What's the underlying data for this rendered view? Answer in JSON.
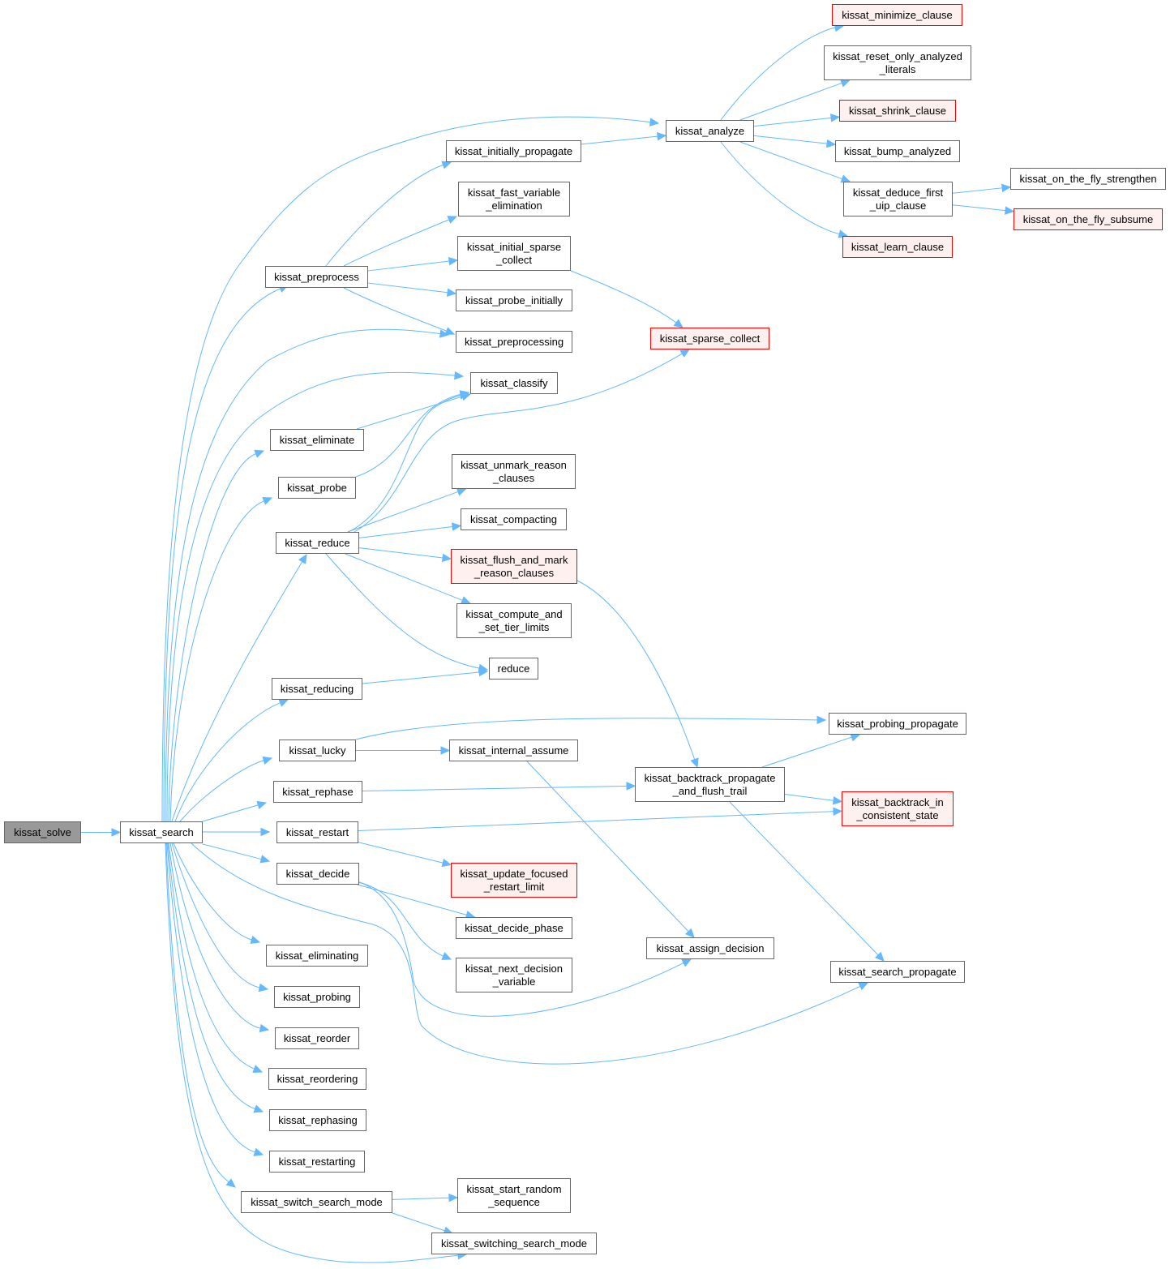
{
  "diagram": {
    "title": "kissat_solve call graph",
    "colors": {
      "edge": "#63b8ff",
      "node_border": "#666666",
      "root_fill": "#999999",
      "external_fill": "#fff0f0",
      "external_border": "#ff0000"
    },
    "nodes": [
      {
        "id": "solve",
        "label": "kissat_solve",
        "kind": "root"
      },
      {
        "id": "search",
        "label": "kissat_search",
        "kind": "normal"
      },
      {
        "id": "analyze",
        "label": "kissat_analyze",
        "kind": "normal"
      },
      {
        "id": "preprocess",
        "label": "kissat_preprocess",
        "kind": "normal"
      },
      {
        "id": "preprocessing",
        "label": "kissat_preprocessing",
        "kind": "normal"
      },
      {
        "id": "classify",
        "label": "kissat_classify",
        "kind": "normal"
      },
      {
        "id": "eliminate",
        "label": "kissat_eliminate",
        "kind": "normal"
      },
      {
        "id": "probe",
        "label": "kissat_probe",
        "kind": "normal"
      },
      {
        "id": "reduce_k",
        "label": "kissat_reduce",
        "kind": "normal"
      },
      {
        "id": "reducing",
        "label": "kissat_reducing",
        "kind": "normal"
      },
      {
        "id": "lucky",
        "label": "kissat_lucky",
        "kind": "normal"
      },
      {
        "id": "rephase",
        "label": "kissat_rephase",
        "kind": "normal"
      },
      {
        "id": "restart",
        "label": "kissat_restart",
        "kind": "normal"
      },
      {
        "id": "decide",
        "label": "kissat_decide",
        "kind": "normal"
      },
      {
        "id": "search_propagate",
        "label": "kissat_search_propagate",
        "kind": "normal"
      },
      {
        "id": "eliminating",
        "label": "kissat_eliminating",
        "kind": "normal"
      },
      {
        "id": "probing",
        "label": "kissat_probing",
        "kind": "normal"
      },
      {
        "id": "reorder",
        "label": "kissat_reorder",
        "kind": "normal"
      },
      {
        "id": "reordering",
        "label": "kissat_reordering",
        "kind": "normal"
      },
      {
        "id": "rephasing",
        "label": "kissat_rephasing",
        "kind": "normal"
      },
      {
        "id": "restarting",
        "label": "kissat_restarting",
        "kind": "normal"
      },
      {
        "id": "switch_mode",
        "label": "kissat_switch_search_mode",
        "kind": "normal"
      },
      {
        "id": "switching_mode",
        "label": "kissat_switching_search_mode",
        "kind": "normal"
      },
      {
        "id": "initially_propagate",
        "label": "kissat_initially_propagate",
        "kind": "normal"
      },
      {
        "id": "fast_var_elim",
        "label": "kissat_fast_variable\n_elimination",
        "kind": "normal"
      },
      {
        "id": "initial_sparse",
        "label": "kissat_initial_sparse\n_collect",
        "kind": "normal"
      },
      {
        "id": "probe_initially",
        "label": "kissat_probe_initially",
        "kind": "normal"
      },
      {
        "id": "sparse_collect",
        "label": "kissat_sparse_collect",
        "kind": "external"
      },
      {
        "id": "unmark_reason",
        "label": "kissat_unmark_reason\n_clauses",
        "kind": "normal"
      },
      {
        "id": "compacting",
        "label": "kissat_compacting",
        "kind": "normal"
      },
      {
        "id": "flush_mark",
        "label": "kissat_flush_and_mark\n_reason_clauses",
        "kind": "external"
      },
      {
        "id": "tier_limits",
        "label": "kissat_compute_and\n_set_tier_limits",
        "kind": "normal"
      },
      {
        "id": "reduce",
        "label": "reduce",
        "kind": "normal"
      },
      {
        "id": "probing_propagate",
        "label": "kissat_probing_propagate",
        "kind": "normal"
      },
      {
        "id": "internal_assume",
        "label": "kissat_internal_assume",
        "kind": "normal"
      },
      {
        "id": "backtrack_flush",
        "label": "kissat_backtrack_propagate\n_and_flush_trail",
        "kind": "normal"
      },
      {
        "id": "backtrack_consistent",
        "label": "kissat_backtrack_in\n_consistent_state",
        "kind": "external"
      },
      {
        "id": "update_restart",
        "label": "kissat_update_focused\n_restart_limit",
        "kind": "external"
      },
      {
        "id": "decide_phase",
        "label": "kissat_decide_phase",
        "kind": "normal"
      },
      {
        "id": "next_decision",
        "label": "kissat_next_decision\n_variable",
        "kind": "normal"
      },
      {
        "id": "assign_decision",
        "label": "kissat_assign_decision",
        "kind": "normal"
      },
      {
        "id": "start_random",
        "label": "kissat_start_random\n_sequence",
        "kind": "normal"
      },
      {
        "id": "minimize",
        "label": "kissat_minimize_clause",
        "kind": "external"
      },
      {
        "id": "reset_only",
        "label": "kissat_reset_only_analyzed\n_literals",
        "kind": "normal"
      },
      {
        "id": "shrink",
        "label": "kissat_shrink_clause",
        "kind": "external"
      },
      {
        "id": "bump",
        "label": "kissat_bump_analyzed",
        "kind": "normal"
      },
      {
        "id": "deduce",
        "label": "kissat_deduce_first\n_uip_clause",
        "kind": "normal"
      },
      {
        "id": "learn",
        "label": "kissat_learn_clause",
        "kind": "external"
      },
      {
        "id": "otf_strengthen",
        "label": "kissat_on_the_fly_strengthen",
        "kind": "normal"
      },
      {
        "id": "otf_subsume",
        "label": "kissat_on_the_fly_subsume",
        "kind": "external"
      }
    ],
    "edges": [
      [
        "solve",
        "search"
      ],
      [
        "search",
        "analyze"
      ],
      [
        "search",
        "preprocess"
      ],
      [
        "search",
        "preprocessing"
      ],
      [
        "search",
        "classify"
      ],
      [
        "search",
        "eliminate"
      ],
      [
        "search",
        "probe"
      ],
      [
        "search",
        "reduce_k"
      ],
      [
        "search",
        "reducing"
      ],
      [
        "search",
        "lucky"
      ],
      [
        "search",
        "rephase"
      ],
      [
        "search",
        "restart"
      ],
      [
        "search",
        "decide"
      ],
      [
        "search",
        "search_propagate"
      ],
      [
        "search",
        "eliminating"
      ],
      [
        "search",
        "probing"
      ],
      [
        "search",
        "reorder"
      ],
      [
        "search",
        "reordering"
      ],
      [
        "search",
        "rephasing"
      ],
      [
        "search",
        "restarting"
      ],
      [
        "search",
        "switch_mode"
      ],
      [
        "search",
        "switching_mode"
      ],
      [
        "preprocess",
        "initially_propagate"
      ],
      [
        "preprocess",
        "fast_var_elim"
      ],
      [
        "preprocess",
        "initial_sparse"
      ],
      [
        "preprocess",
        "probe_initially"
      ],
      [
        "preprocess",
        "preprocessing"
      ],
      [
        "initially_propagate",
        "analyze"
      ],
      [
        "initial_sparse",
        "sparse_collect"
      ],
      [
        "eliminate",
        "classify"
      ],
      [
        "probe",
        "classify"
      ],
      [
        "reduce_k",
        "classify"
      ],
      [
        "reduce_k",
        "sparse_collect"
      ],
      [
        "reduce_k",
        "unmark_reason"
      ],
      [
        "reduce_k",
        "compacting"
      ],
      [
        "reduce_k",
        "flush_mark"
      ],
      [
        "reduce_k",
        "tier_limits"
      ],
      [
        "reduce_k",
        "reduce"
      ],
      [
        "reducing",
        "reduce"
      ],
      [
        "flush_mark",
        "backtrack_flush"
      ],
      [
        "lucky",
        "probing_propagate"
      ],
      [
        "lucky",
        "internal_assume"
      ],
      [
        "internal_assume",
        "assign_decision"
      ],
      [
        "rephase",
        "backtrack_flush"
      ],
      [
        "restart",
        "backtrack_consistent"
      ],
      [
        "restart",
        "update_restart"
      ],
      [
        "decide",
        "decide_phase"
      ],
      [
        "decide",
        "next_decision"
      ],
      [
        "decide",
        "assign_decision"
      ],
      [
        "backtrack_flush",
        "probing_propagate"
      ],
      [
        "backtrack_flush",
        "backtrack_consistent"
      ],
      [
        "backtrack_flush",
        "search_propagate"
      ],
      [
        "switch_mode",
        "start_random"
      ],
      [
        "switch_mode",
        "switching_mode"
      ],
      [
        "analyze",
        "minimize"
      ],
      [
        "analyze",
        "reset_only"
      ],
      [
        "analyze",
        "shrink"
      ],
      [
        "analyze",
        "bump"
      ],
      [
        "analyze",
        "deduce"
      ],
      [
        "analyze",
        "learn"
      ],
      [
        "deduce",
        "otf_strengthen"
      ],
      [
        "deduce",
        "otf_subsume"
      ]
    ]
  }
}
